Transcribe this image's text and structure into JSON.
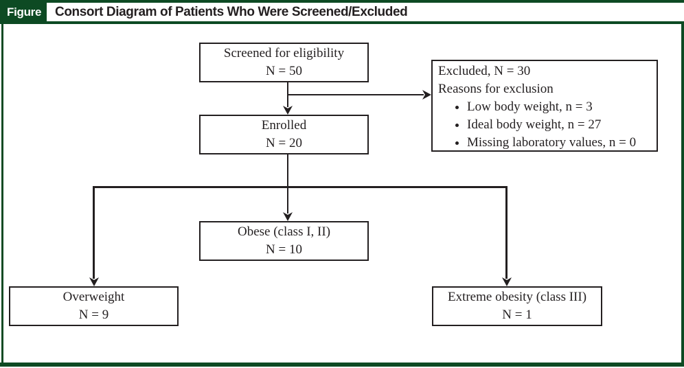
{
  "header": {
    "figure_label": "Figure",
    "title": "Consort Diagram of Patients Who Were Screened/Excluded"
  },
  "colors": {
    "accent_green": "#0d4a23",
    "ink": "#231f20"
  },
  "diagram": {
    "screened": {
      "label": "Screened for eligibility",
      "count": "N = 50"
    },
    "excluded": {
      "title": "Excluded, N = 30",
      "subtitle": "Reasons for exclusion",
      "bullets": [
        "Low body weight, n = 3",
        "Ideal body weight, n = 27",
        "Missing laboratory values, n = 0"
      ]
    },
    "enrolled": {
      "label": "Enrolled",
      "count": "N = 20"
    },
    "obese": {
      "label": "Obese (class I, II)",
      "count": "N = 10"
    },
    "overweight": {
      "label": "Overweight",
      "count": "N = 9"
    },
    "extreme_obesity": {
      "label": "Extreme obesity (class III)",
      "count": "N = 1"
    }
  }
}
